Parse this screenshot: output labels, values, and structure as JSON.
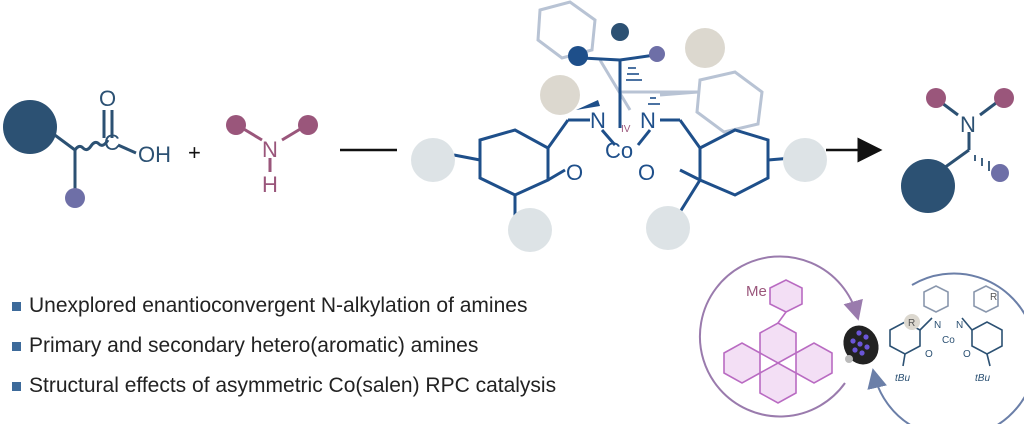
{
  "colors": {
    "navy": "#2c5173",
    "blue": "#1e4f8a",
    "purple": "#9a567b",
    "lavender": "#6e6fa7",
    "grey_disk": "#dde3e6",
    "beige_disk": "#dcd8cf",
    "pale_ring": "#b8c3d4",
    "acridine_purple": "#b96bc2",
    "bullet_square": "#3d6a9a"
  },
  "reactant_acid": {
    "atom_o": "O",
    "atom_c": "C",
    "atom_oh": "OH"
  },
  "plus_sign": "+",
  "reactant_amine": {
    "atom_n": "N",
    "atom_h": "H"
  },
  "catalyst": {
    "n_left": "N",
    "n_right": "N",
    "co": "Co",
    "oxidation_state": "IV",
    "o_left": "O",
    "o_right": "O"
  },
  "product": {
    "atom_n": "N"
  },
  "bullets": [
    {
      "text": "Unexplored enantioconvergent N-alkylation of amines"
    },
    {
      "text": "Primary and secondary hetero(aromatic) amines"
    },
    {
      "text": "Structural effects of asymmetric Co(salen) RPC catalysis"
    }
  ],
  "photocatalyst": {
    "me_label": "Me",
    "light_icon": "led-light-icon"
  },
  "co_cycle": {
    "r_left": "R",
    "r_right": "R",
    "n_left": "N",
    "n_right": "N",
    "co": "Co",
    "o_left": "O",
    "o_right": "O",
    "tbu_left": "tBu",
    "tbu_right": "tBu"
  }
}
